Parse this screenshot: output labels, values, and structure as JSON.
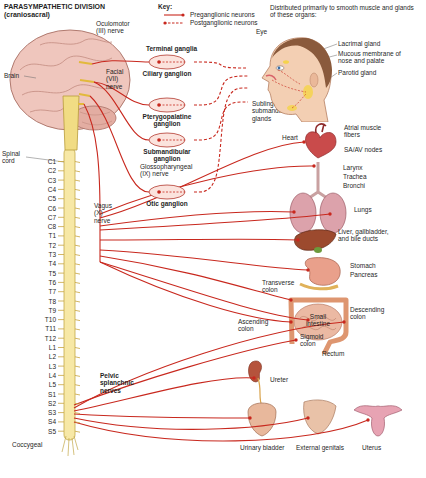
{
  "diagram": {
    "title": "PARASYMPATHETIC DIVISION (craniosacral)",
    "nodes": [
      {
        "text": [
          "Ciliary ganglion"
        ]
      },
      {
        "text": [
          "Pterygopalatine ganglion"
        ]
      },
      {
        "text": [
          "Submandibular ganglion"
        ]
      },
      {
        "text": [
          "Otic ganglion"
        ]
      },
      {
        "text": [
          "Eye"
        ]
      }
    ],
    "edges": [
      {
        "from": 0,
        "to": 4,
        "arrow": "none"
      },
      {
        "from": 1,
        "to": 4,
        "arrow": "none"
      },
      {
        "from": 2,
        "to": 4,
        "arrow": "none"
      },
      {
        "from": 3,
        "to": 4,
        "arrow": "none"
      }
    ],
    "labels": [
      "Key:",
      "Oculomotor (III) nerve",
      "Brain",
      "Facial (VII) nerve",
      "Terminal ganglia",
      "Glossopharyngeal (IX) nerve",
      "Spinal cord",
      "C1",
      "C2",
      "C3",
      "C4",
      "C5",
      "C6",
      "C7",
      "C8",
      "T1",
      "T2",
      "T3",
      "T4",
      "T5",
      "T6",
      "T7",
      "T8",
      "T9",
      "T10",
      "T11",
      "T12",
      "L1",
      "L2",
      "L3",
      "L4",
      "L5",
      "S1",
      "S2",
      "S3",
      "S4",
      "S5",
      "Coccygeal",
      "Vagus (X) nerve",
      "Pelvic splanchnic nerves",
      "Distributed primarily to smooth muscle and glands of these organs:",
      "Lacrimal gland",
      "Mucous membrane of nose and palate",
      "Parotid gland",
      "Sublingual and submandibular glands",
      "Heart",
      "Atrial muscle fibers",
      "SA/AV nodes",
      "Larynx",
      "Trachea",
      "Bronchi",
      "Lungs",
      "Liver, gallbladder, and bile ducts",
      "Stomach",
      "Pancreas",
      "Transverse colon",
      "Small intestine",
      "Descending colon",
      "Ascending colon",
      "Sigmoid colon",
      "Rectum",
      "Ureter",
      "Urinary bladder",
      "External genitals",
      "Uterus"
    ],
    "legend": [
      {
        "text": "Preganglionic neurons"
      },
      {
        "text": "Postganglionic neurons"
      }
    ]
  }
}
